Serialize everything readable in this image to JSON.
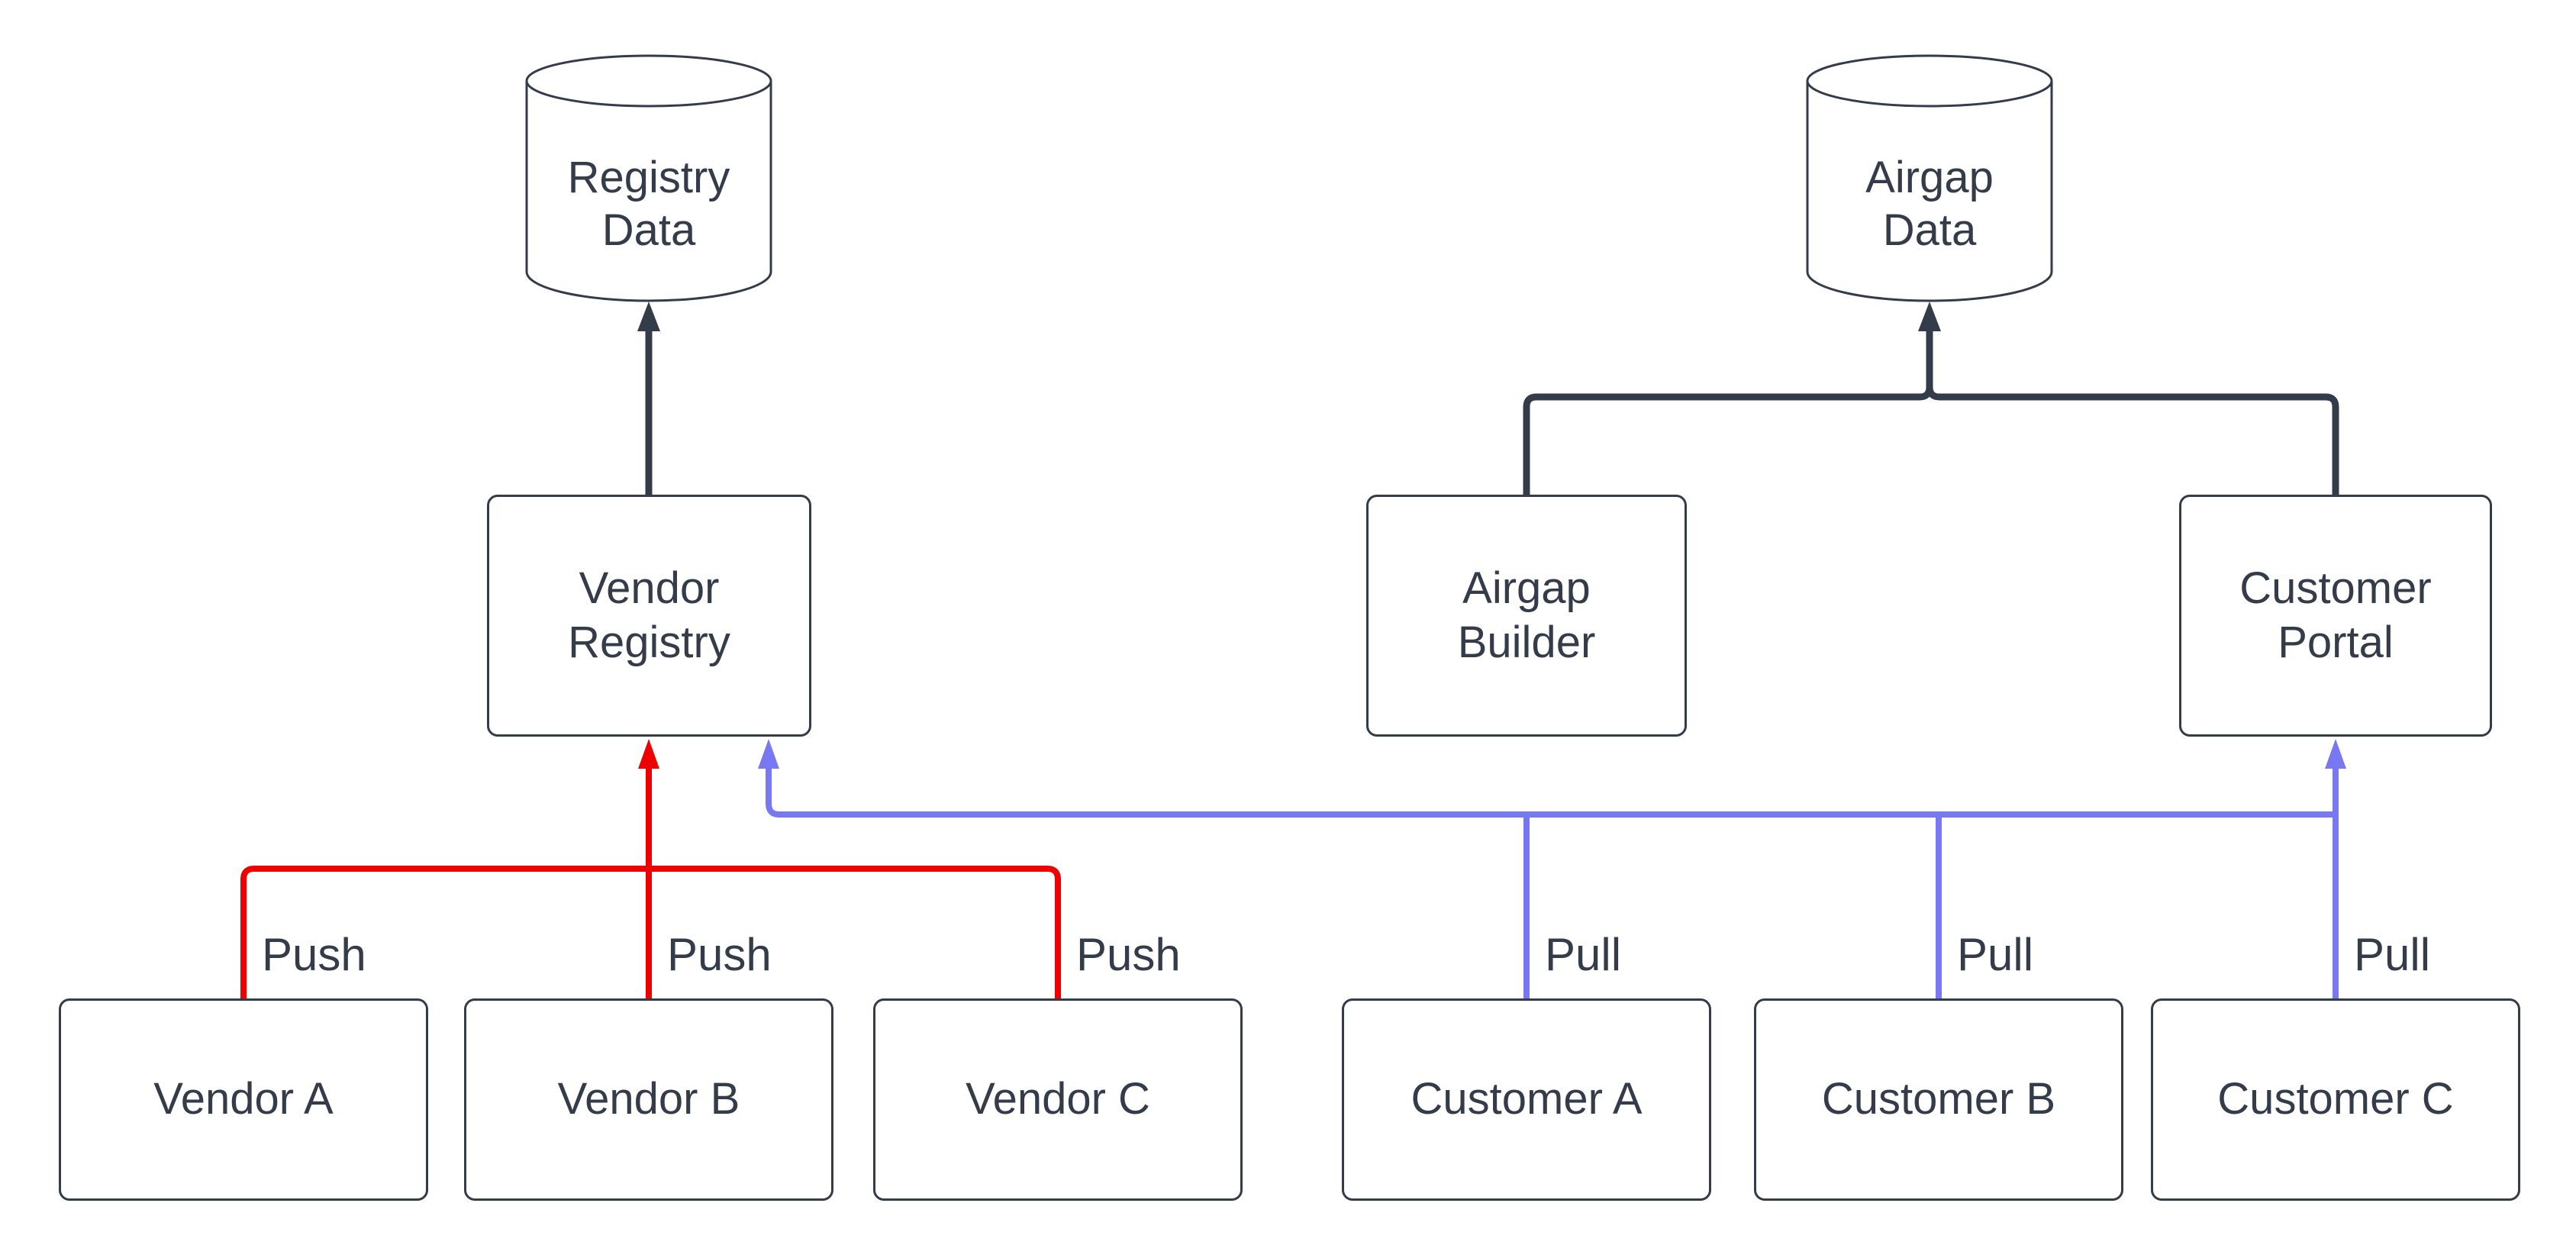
{
  "nodes": {
    "registry_data": {
      "label": "Registry\nData",
      "shape": "cylinder"
    },
    "airgap_data": {
      "label": "Airgap\nData",
      "shape": "cylinder"
    },
    "vendor_registry": {
      "label": "Vendor\nRegistry",
      "shape": "rect"
    },
    "airgap_builder": {
      "label": "Airgap\nBuilder",
      "shape": "rect"
    },
    "customer_portal": {
      "label": "Customer\nPortal",
      "shape": "rect"
    },
    "vendor_a": {
      "label": "Vendor A",
      "shape": "rect"
    },
    "vendor_b": {
      "label": "Vendor B",
      "shape": "rect"
    },
    "vendor_c": {
      "label": "Vendor C",
      "shape": "rect"
    },
    "customer_a": {
      "label": "Customer A",
      "shape": "rect"
    },
    "customer_b": {
      "label": "Customer B",
      "shape": "rect"
    },
    "customer_c": {
      "label": "Customer C",
      "shape": "rect"
    }
  },
  "edges": [
    {
      "from": "vendor_registry",
      "to": "registry_data",
      "label": "",
      "color_key": "dark"
    },
    {
      "from": "airgap_builder",
      "to": "airgap_data",
      "label": "",
      "color_key": "dark"
    },
    {
      "from": "customer_portal",
      "to": "airgap_data",
      "label": "",
      "color_key": "dark"
    },
    {
      "from": "vendor_a",
      "to": "vendor_registry",
      "label": "Push",
      "color_key": "red"
    },
    {
      "from": "vendor_b",
      "to": "vendor_registry",
      "label": "Push",
      "color_key": "red"
    },
    {
      "from": "vendor_c",
      "to": "vendor_registry",
      "label": "Push",
      "color_key": "red"
    },
    {
      "from": "customer_a",
      "to": "vendor_registry",
      "label": "Pull",
      "color_key": "blue"
    },
    {
      "from": "customer_b",
      "to": "vendor_registry",
      "label": "Pull",
      "color_key": "blue"
    },
    {
      "from": "customer_c",
      "to": "customer_portal",
      "label": "Pull",
      "color_key": "blue"
    }
  ],
  "colors": {
    "dark": "#343b49",
    "red": "#ee0000",
    "blue": "#7879f2",
    "node_border": "#343b49",
    "node_fill": "#ffffff",
    "text": "#343b49",
    "background": "#ffffff"
  }
}
